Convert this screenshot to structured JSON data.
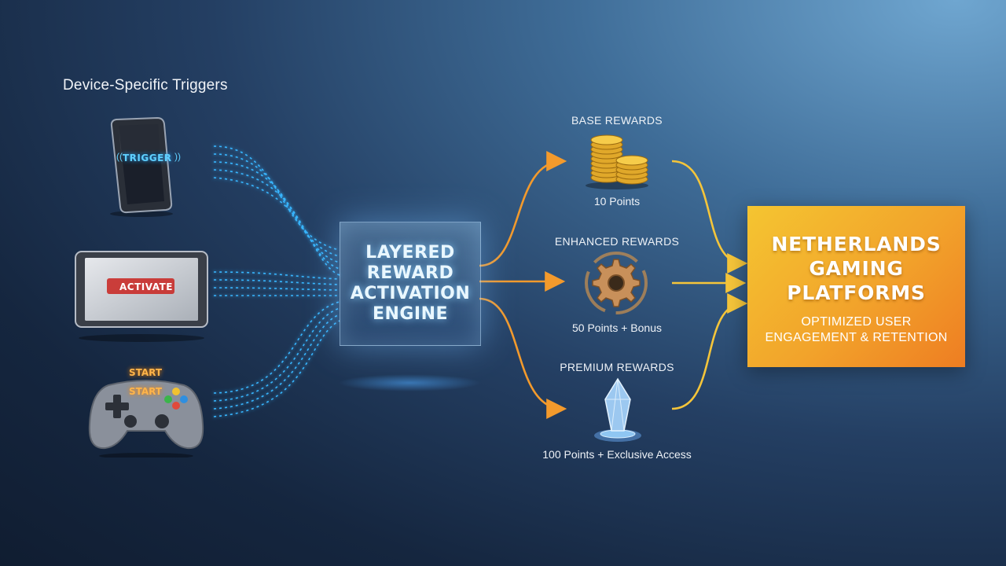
{
  "section_title": "Device-Specific Triggers",
  "devices": [
    {
      "name": "phone",
      "label": "TRIGGER"
    },
    {
      "name": "tablet",
      "label": "ACTIVATE"
    },
    {
      "name": "gamepad",
      "label": "START",
      "label2": "START"
    }
  ],
  "engine": {
    "lines": [
      "LAYERED",
      "REWARD",
      "ACTIVATION",
      "ENGINE"
    ]
  },
  "rewards": [
    {
      "title": "BASE REWARDS",
      "value": "10 Points",
      "icon": "coins-icon"
    },
    {
      "title": "ENHANCED REWARDS",
      "value": "50 Points + Bonus",
      "icon": "gear-icon"
    },
    {
      "title": "PREMIUM REWARDS",
      "value": "100 Points + Exclusive Access",
      "icon": "crystal-icon"
    }
  ],
  "target": {
    "title_lines": [
      "NETHERLANDS",
      "GAMING",
      "PLATFORMS"
    ],
    "subtitle_lines": [
      "OPTIMIZED USER",
      "ENGAGEMENT & RETENTION"
    ]
  },
  "colors": {
    "accent_cyan": "#35b8ff",
    "arrow_orange": "#f39a2c",
    "arrow_yellow": "#f5c53a",
    "target_gold": "#f2a32b"
  }
}
